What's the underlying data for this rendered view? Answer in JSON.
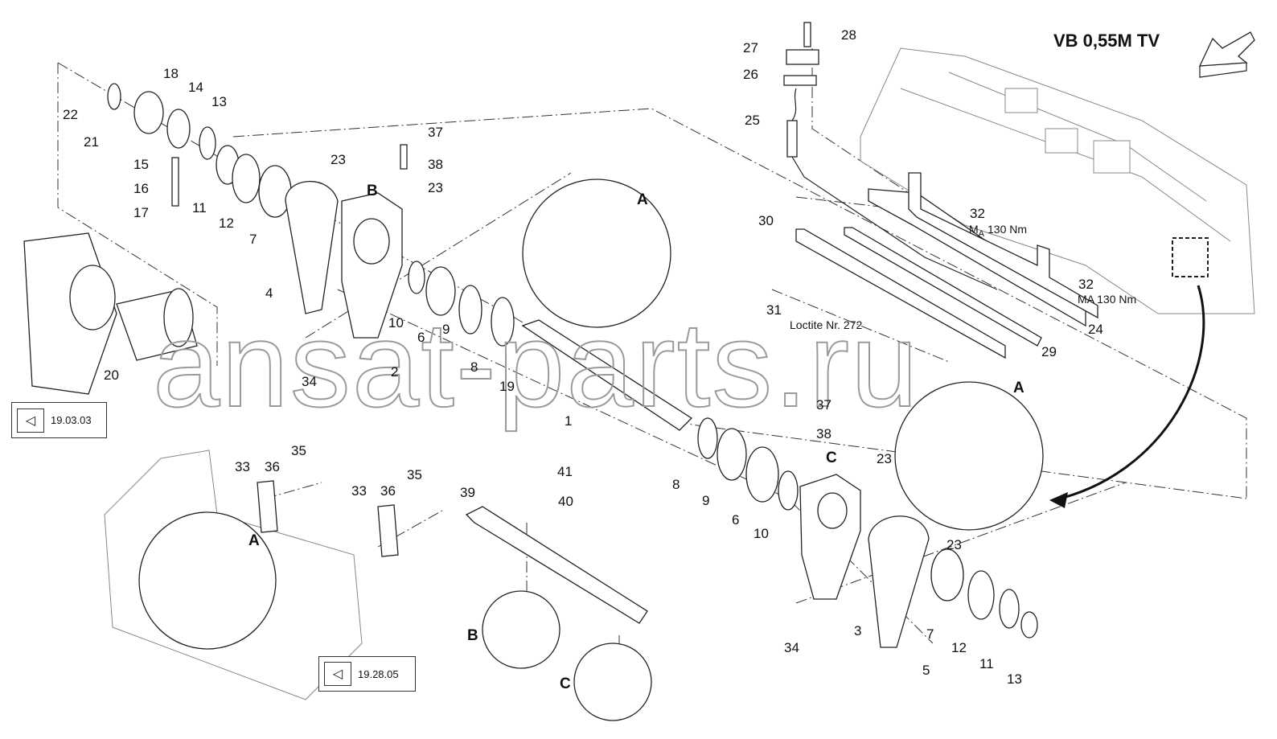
{
  "title": "VB 0,55M TV",
  "watermark": "ansat-parts.ru",
  "detail_markers": {
    "A": "A",
    "B": "B",
    "C": "C"
  },
  "torque_note": "MA 130 Nm",
  "torque_prefix": "M",
  "torque_sub": "A",
  "torque_value": "130 Nm",
  "loctite_note": "Loctite Nr. 272",
  "references": [
    "19.03.03",
    "19.28.05"
  ],
  "callouts": {
    "n28": "28",
    "n27": "27",
    "n26": "26",
    "n25": "25",
    "n22": "22",
    "n18": "18",
    "n14": "14",
    "n13a": "13",
    "n21": "21",
    "n15": "15",
    "n16": "16",
    "n17": "17",
    "n11a": "11",
    "n12a": "12",
    "n7a": "7",
    "n23a": "23",
    "n37a": "37",
    "n38a": "38",
    "n23b": "23",
    "n4": "4",
    "n10a": "10",
    "n6a": "6",
    "n9a": "9",
    "n8a": "8",
    "n19": "19",
    "n2": "2",
    "n34a": "34",
    "n20": "20",
    "n1": "1",
    "n30": "30",
    "n32a": "32",
    "n32b": "32",
    "n31": "31",
    "n24": "24",
    "n29": "29",
    "n37b": "37",
    "n38b": "38",
    "n23c": "23",
    "n8b": "8",
    "n9b": "9",
    "n6b": "6",
    "n10b": "10",
    "n23d": "23",
    "n3": "3",
    "n7b": "7",
    "n12b": "12",
    "n11b": "11",
    "n13b": "13",
    "n34b": "34",
    "n5": "5",
    "n33a": "33",
    "n36a": "36",
    "n35a": "35",
    "n33b": "33",
    "n36b": "36",
    "n35b": "35",
    "n39": "39",
    "n41": "41",
    "n40": "40"
  }
}
